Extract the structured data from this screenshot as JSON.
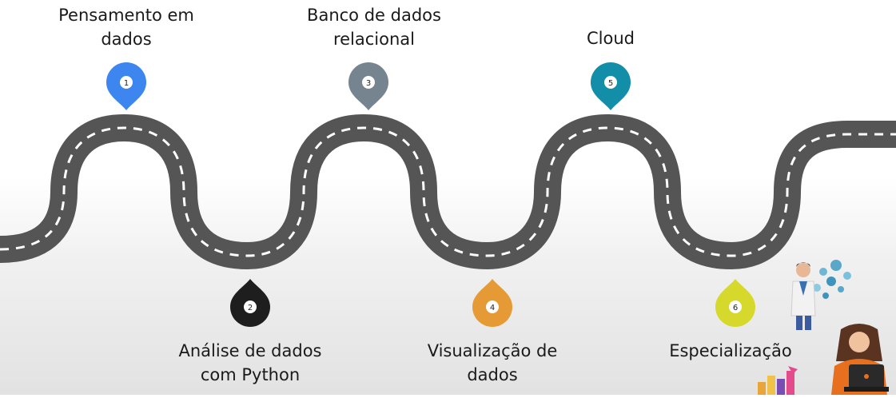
{
  "colors": {
    "road": "#555555",
    "road_line": "#ffffff",
    "background_bottom": "#e2e2e2"
  },
  "steps": [
    {
      "number": "1",
      "lines": [
        "Pensamento em",
        "dados"
      ],
      "color": "#3d86f0",
      "position": "top"
    },
    {
      "number": "2",
      "lines": [
        "Análise de dados",
        "com Python"
      ],
      "color": "#1e1e1e",
      "position": "bottom"
    },
    {
      "number": "3",
      "lines": [
        "Banco de dados",
        "relacional"
      ],
      "color": "#76848f",
      "position": "top"
    },
    {
      "number": "4",
      "lines": [
        "Visualização de",
        "dados"
      ],
      "color": "#e59a36",
      "position": "bottom"
    },
    {
      "number": "5",
      "lines": [
        "Cloud"
      ],
      "color": "#128ea8",
      "position": "top"
    },
    {
      "number": "6",
      "lines": [
        "Especialização"
      ],
      "color": "#d6d92b",
      "position": "bottom"
    }
  ],
  "illustrations": [
    "data-scientist-illustration",
    "woman-laptop-illustration",
    "analytics-chart-illustration"
  ]
}
